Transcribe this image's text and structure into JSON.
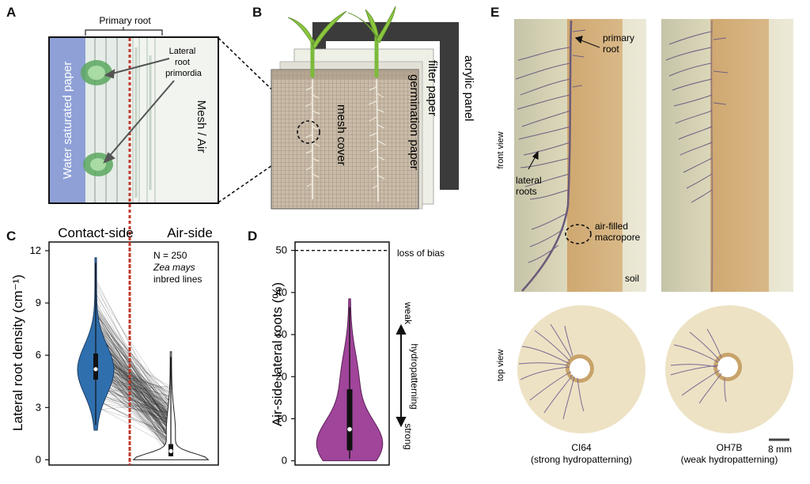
{
  "panel_a": {
    "letter": "A",
    "primary_root": "Primary root",
    "lateral_root_primordia": [
      "Lateral",
      "root",
      "primordia"
    ],
    "water_saturated_paper": "Water saturated paper",
    "mesh_air": "Mesh / Air"
  },
  "panel_b": {
    "letter": "B",
    "acrylic_panel": "acrylic panel",
    "filter_paper": "filter paper",
    "germination_paper": "germination paper",
    "mesh_cover": "mesh cover"
  },
  "panel_c": {
    "letter": "C",
    "contact_side": "Contact-side",
    "air_side": "Air-side",
    "n_label": "N = 250",
    "species": "Zea mays",
    "inbred": "inbred lines",
    "ylabel": "Lateral root density (cm⁻¹)"
  },
  "panel_d": {
    "letter": "D",
    "ylabel": "Air-side lateral roots (%)",
    "loss_of_bias": "loss of bias",
    "weak": "weak",
    "strong": "strong",
    "hydropatterning": "hydropatterning"
  },
  "panel_e": {
    "letter": "E",
    "primary_root": [
      "primary",
      "root"
    ],
    "lateral_roots": [
      "lateral",
      "roots"
    ],
    "air_filled": [
      "air-filled",
      "macropore"
    ],
    "soil": "soil",
    "front_view": "front view",
    "top_view": "top view",
    "line1_name": "CI64",
    "line1_desc": "(strong hydropatterning)",
    "line2_name": "OH7B",
    "line2_desc": "(weak hydropatterning)",
    "scale": "8 mm"
  },
  "chart_data": [
    {
      "type": "violin",
      "panel": "C",
      "categories": [
        "Contact-side",
        "Air-side"
      ],
      "ylabel": "Lateral root density (cm⁻¹)",
      "ylim": [
        -0.3,
        12.5
      ],
      "yticks": [
        0,
        3,
        6,
        9,
        12
      ],
      "annotations": [
        "N = 250",
        "Zea mays",
        "inbred lines"
      ],
      "colors": {
        "contact": "#2f6fae",
        "air": "#ffffff",
        "lines": "#222222",
        "divider": "#c0392b"
      },
      "series": [
        {
          "values_summary": {
            "min": 1.7,
            "q1": 4.6,
            "median": 5.2,
            "q3": 6.1,
            "max": 11.6
          }
        },
        {
          "values_summary": {
            "min": 0.0,
            "q1": 0.2,
            "median": 0.5,
            "q3": 0.9,
            "max": 6.2
          }
        }
      ]
    },
    {
      "type": "violin",
      "panel": "D",
      "ylabel": "Air-side lateral roots (%)",
      "ylim": [
        -1,
        52
      ],
      "yticks": [
        0,
        10,
        20,
        30,
        40,
        50
      ],
      "reference_line": {
        "y": 50,
        "label": "loss of bias"
      },
      "colors": {
        "fill": "#a0459a"
      },
      "series": [
        {
          "values_summary": {
            "min": 0,
            "q1": 2.5,
            "median": 7.5,
            "q3": 17,
            "max": 38.5
          }
        }
      ]
    }
  ]
}
